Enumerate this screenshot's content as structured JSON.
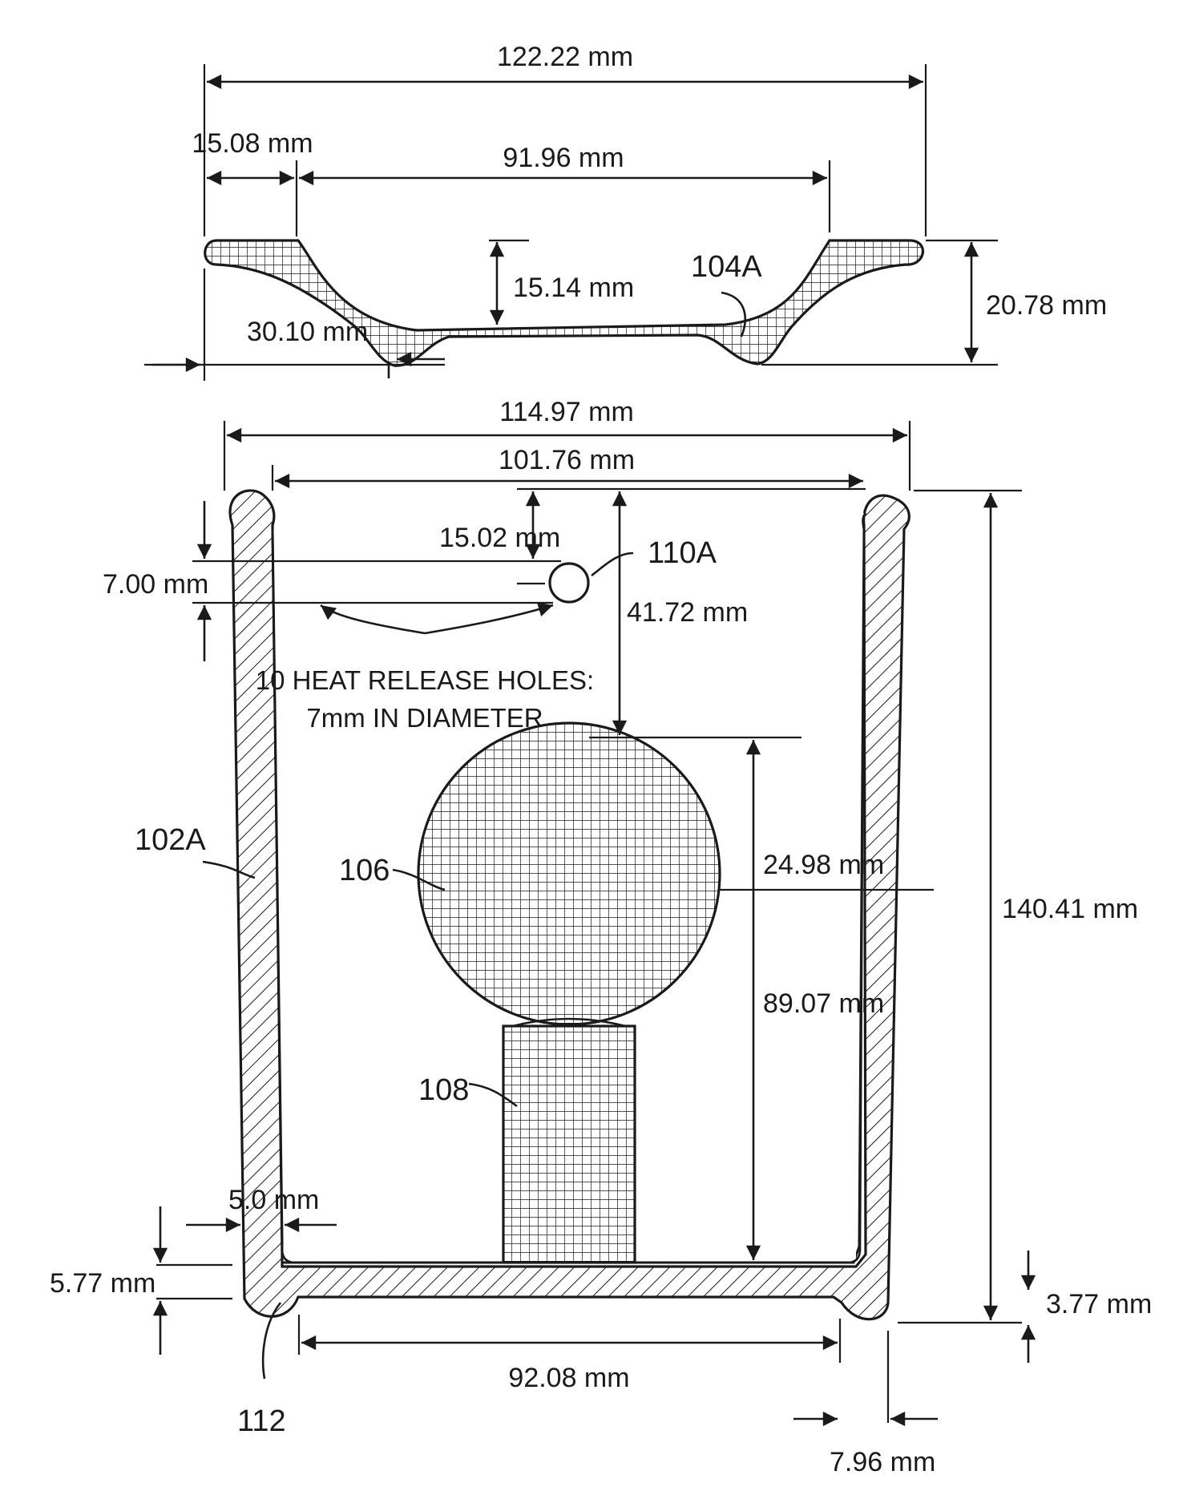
{
  "figure": {
    "top_view": {
      "dims": {
        "overall_width": "122.22 mm",
        "flange": "15.08 mm",
        "inner_width": "91.96 mm",
        "depth": "15.14 mm",
        "height": "20.78 mm",
        "slope": "30.10 mm"
      },
      "refs": {
        "lid": "104A"
      }
    },
    "bottom_view": {
      "dims": {
        "outer_width": "114.97 mm",
        "inner_width": "101.76 mm",
        "hole_offset": "15.02 mm",
        "hole_diameter": "7.00 mm",
        "hole_to_ball": "41.72 mm",
        "ball_radius": "24.98 mm",
        "ball_height": "89.07 mm",
        "overall_height": "140.41 mm",
        "wall": "5.0 mm",
        "base_thickness": "5.77 mm",
        "foot": "3.77 mm",
        "base_span": "92.08 mm",
        "corner": "7.96 mm"
      },
      "note": [
        "10 HEAT RELEASE HOLES:",
        "7mm IN DIAMETER"
      ],
      "refs": {
        "hole": "110A",
        "wall": "102A",
        "ball": "106",
        "stem": "108",
        "corner": "112"
      }
    }
  }
}
